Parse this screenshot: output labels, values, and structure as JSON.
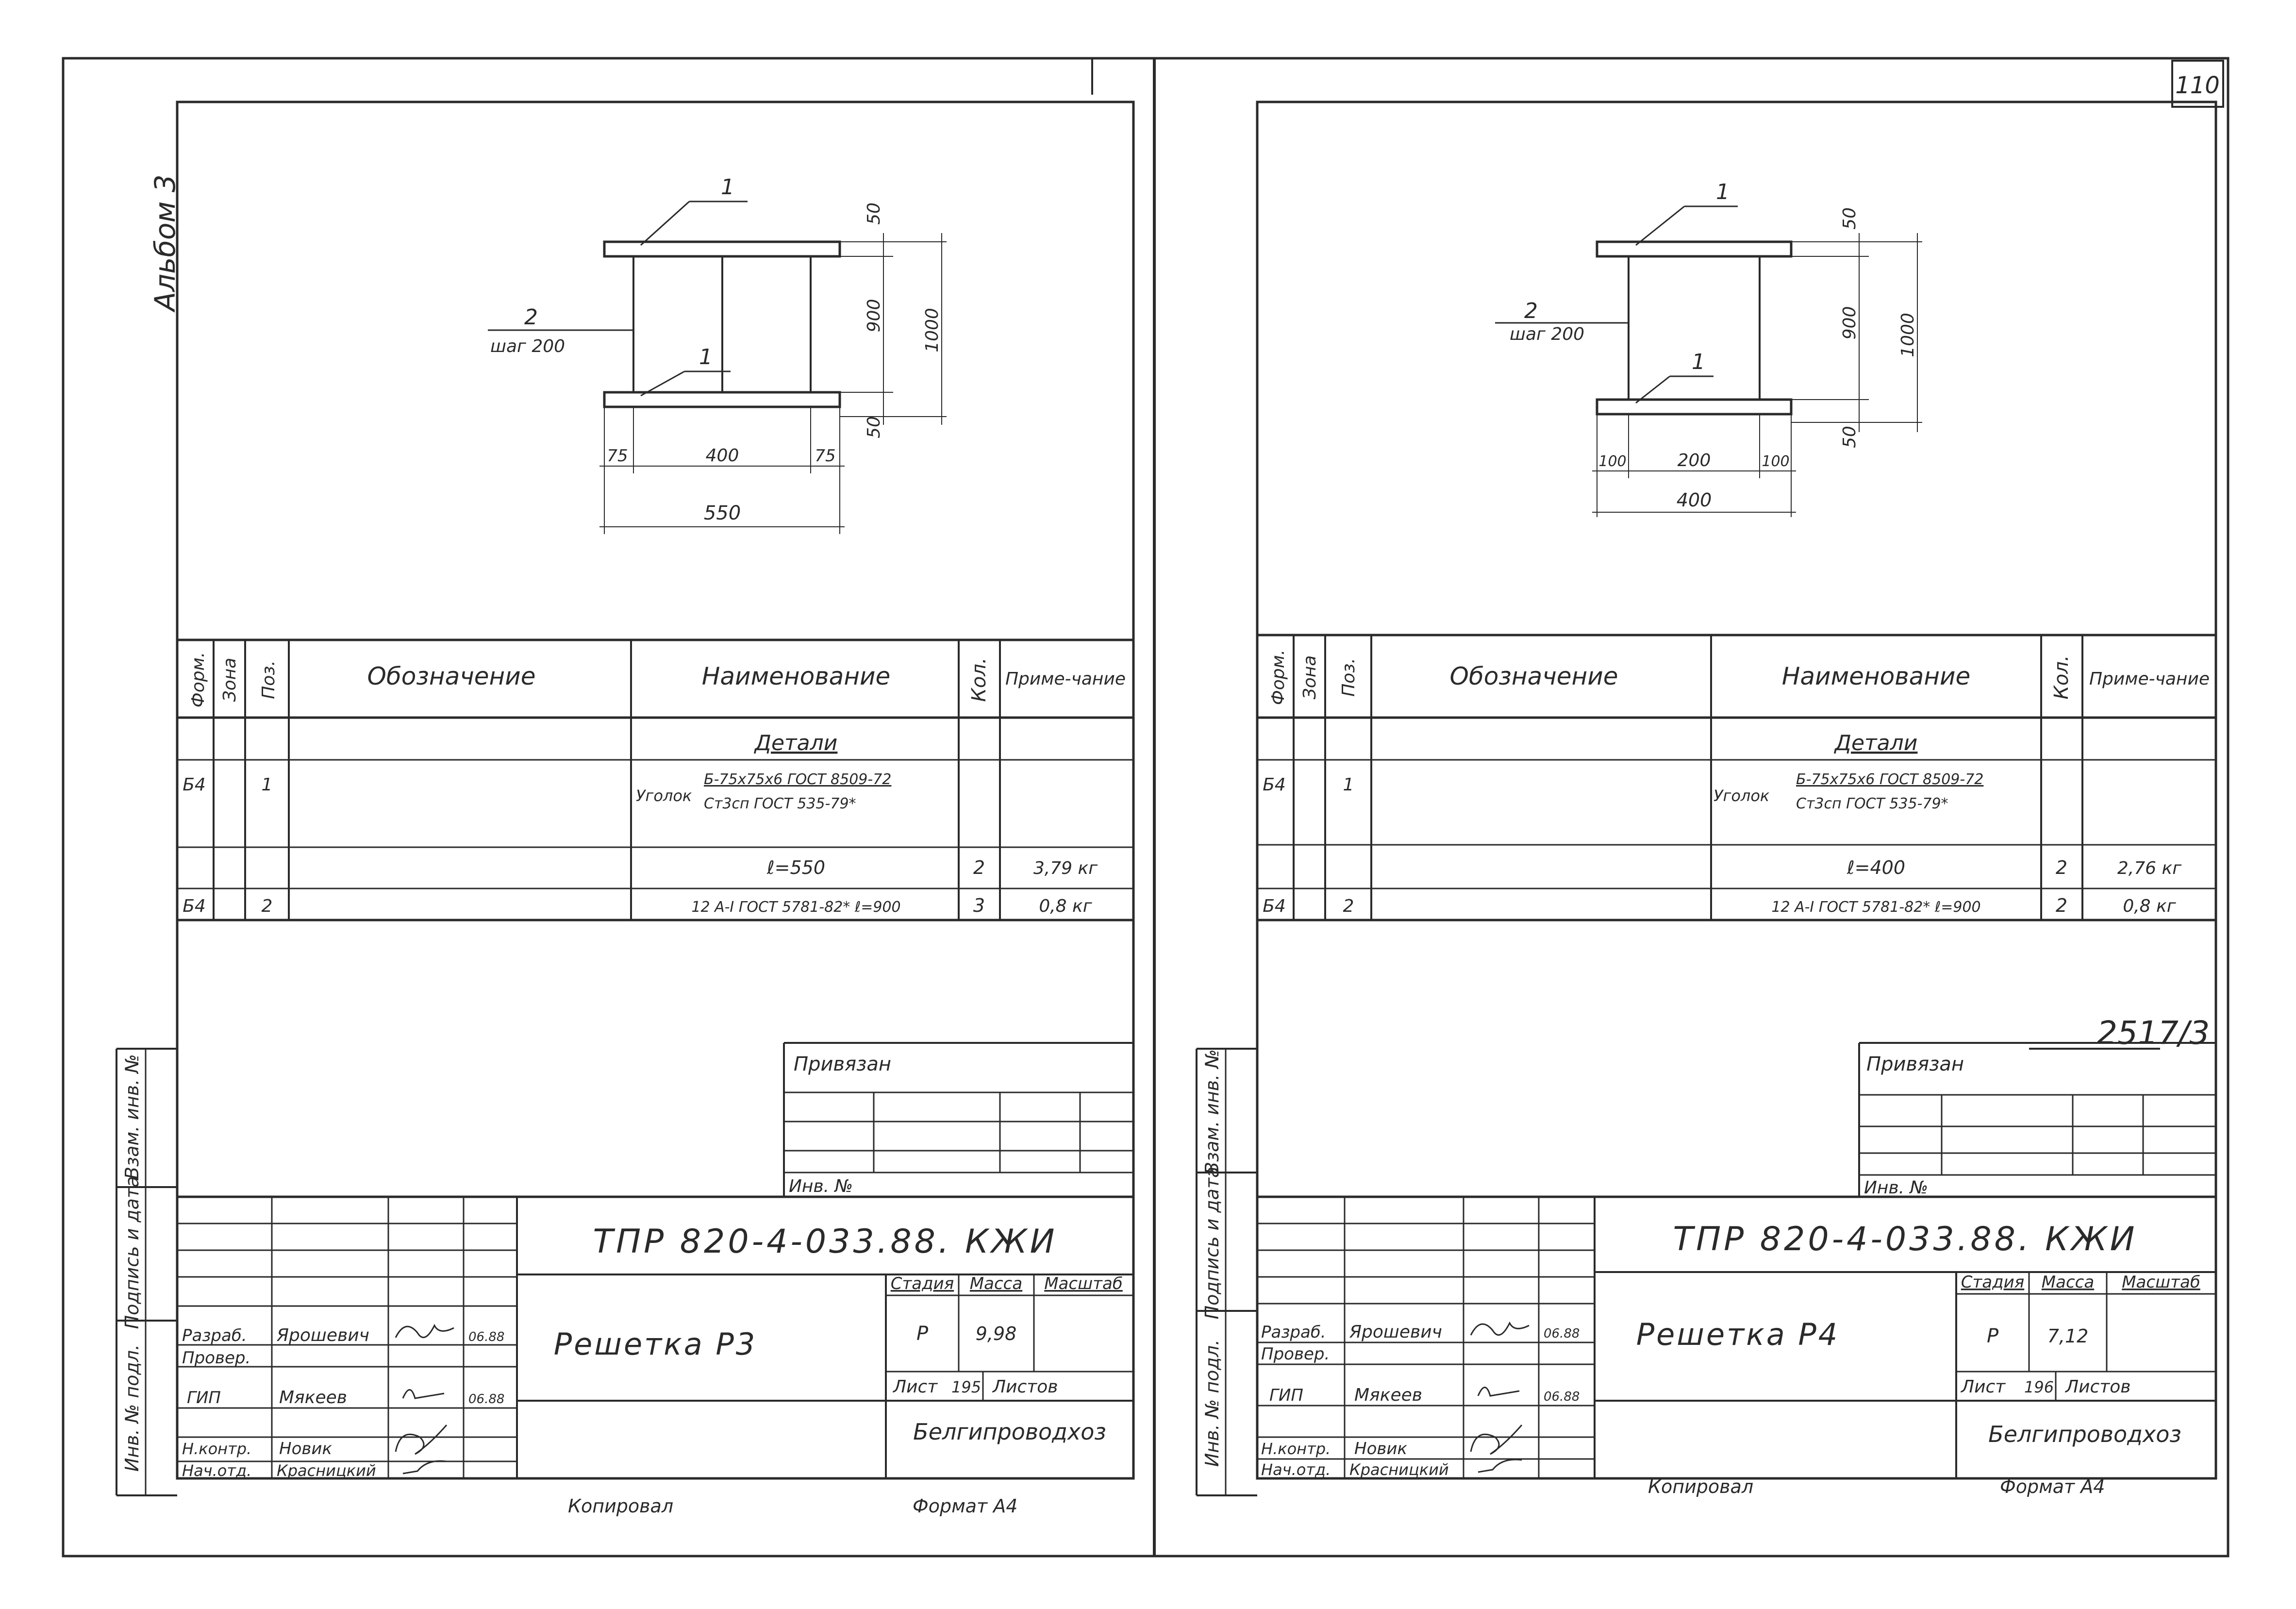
{
  "page_number": "110",
  "album_label": "Альбом 3",
  "footer": {
    "copied": "Копировал",
    "format": "Формат А4"
  },
  "table_header": {
    "format": "Форм.",
    "zone": "Зона",
    "pos": "Поз.",
    "designation": "Обозначение",
    "name": "Наименование",
    "qty": "Кол.",
    "note": "Приме-чание"
  },
  "side_labels": {
    "inv_orig": "Инв. № подл.",
    "sign_date": "Подпись и дата",
    "inv_replace": "Взам. инв. №"
  },
  "stamp_labels": {
    "privyazan": "Привязан",
    "inv_no": "Инв. №",
    "stage": "Стадия",
    "mass": "Масса",
    "scale": "Масштаб",
    "sheet": "Лист",
    "sheets": "Листов",
    "org": "Белгипроводхоз"
  },
  "roles": {
    "developed": "Разраб.",
    "checked": "Провер.",
    "gip": "ГИП",
    "norm_control": "Н.контр.",
    "dept_head": "Нач.отд."
  },
  "people": {
    "developed": "Ярошевич",
    "gip": "Мякеев",
    "norm_control": "Новик",
    "dept_head": "Красницкий"
  },
  "sheets": [
    {
      "id": "left",
      "code": "ТПР 820-4-033.88. КЖИ",
      "title": "Решетка Р3",
      "stage_value": "Р",
      "mass_value": "9,98",
      "sheet_no": "195",
      "stamp_note": "",
      "dates": {
        "developed": "06.88",
        "gip": "06.88"
      },
      "drawing": {
        "leader1": "1",
        "leader2": "2",
        "step": "шаг 200",
        "dim_50_top": "50",
        "dim_900": "900",
        "dim_1000": "1000",
        "dim_50_bot": "50",
        "dim_left": "75",
        "dim_mid": "400",
        "dim_right": "75",
        "dim_total": "550"
      },
      "rows": {
        "section": "Детали",
        "row1_format": "Б4",
        "row1_pos": "1",
        "row1_name_a": "Уголок",
        "row1_name_b": "Б-75х75х6 ГОСТ 8509-72",
        "row1_name_c": "Ст3сп ГОСТ 535-79*",
        "row2_name": "ℓ=550",
        "row2_qty": "2",
        "row2_note": "3,79 кг",
        "row3_format": "Б4",
        "row3_pos": "2",
        "row3_name": "12 А-I ГОСТ 5781-82* ℓ=900",
        "row3_qty": "3",
        "row3_note": "0,8 кг"
      }
    },
    {
      "id": "right",
      "code": "ТПР 820-4-033.88. КЖИ",
      "title": "Решетка Р4",
      "stage_value": "Р",
      "mass_value": "7,12",
      "sheet_no": "196",
      "stamp_note": "2517/3",
      "dates": {
        "developed": "06.88",
        "gip": "06.88"
      },
      "drawing": {
        "leader1": "1",
        "leader2": "2",
        "step": "шаг 200",
        "dim_50_top": "50",
        "dim_900": "900",
        "dim_1000": "1000",
        "dim_50_bot": "50",
        "dim_left": "100",
        "dim_mid": "200",
        "dim_right": "100",
        "dim_total": "400"
      },
      "rows": {
        "section": "Детали",
        "row1_format": "Б4",
        "row1_pos": "1",
        "row1_name_a": "Уголок",
        "row1_name_b": "Б-75х75х6 ГОСТ 8509-72",
        "row1_name_c": "Ст3сп ГОСТ 535-79*",
        "row2_name": "ℓ=400",
        "row2_qty": "2",
        "row2_note": "2,76 кг",
        "row3_format": "Б4",
        "row3_pos": "2",
        "row3_name": "12 А-I ГОСТ 5781-82* ℓ=900",
        "row3_qty": "2",
        "row3_note": "0,8 кг"
      }
    }
  ]
}
